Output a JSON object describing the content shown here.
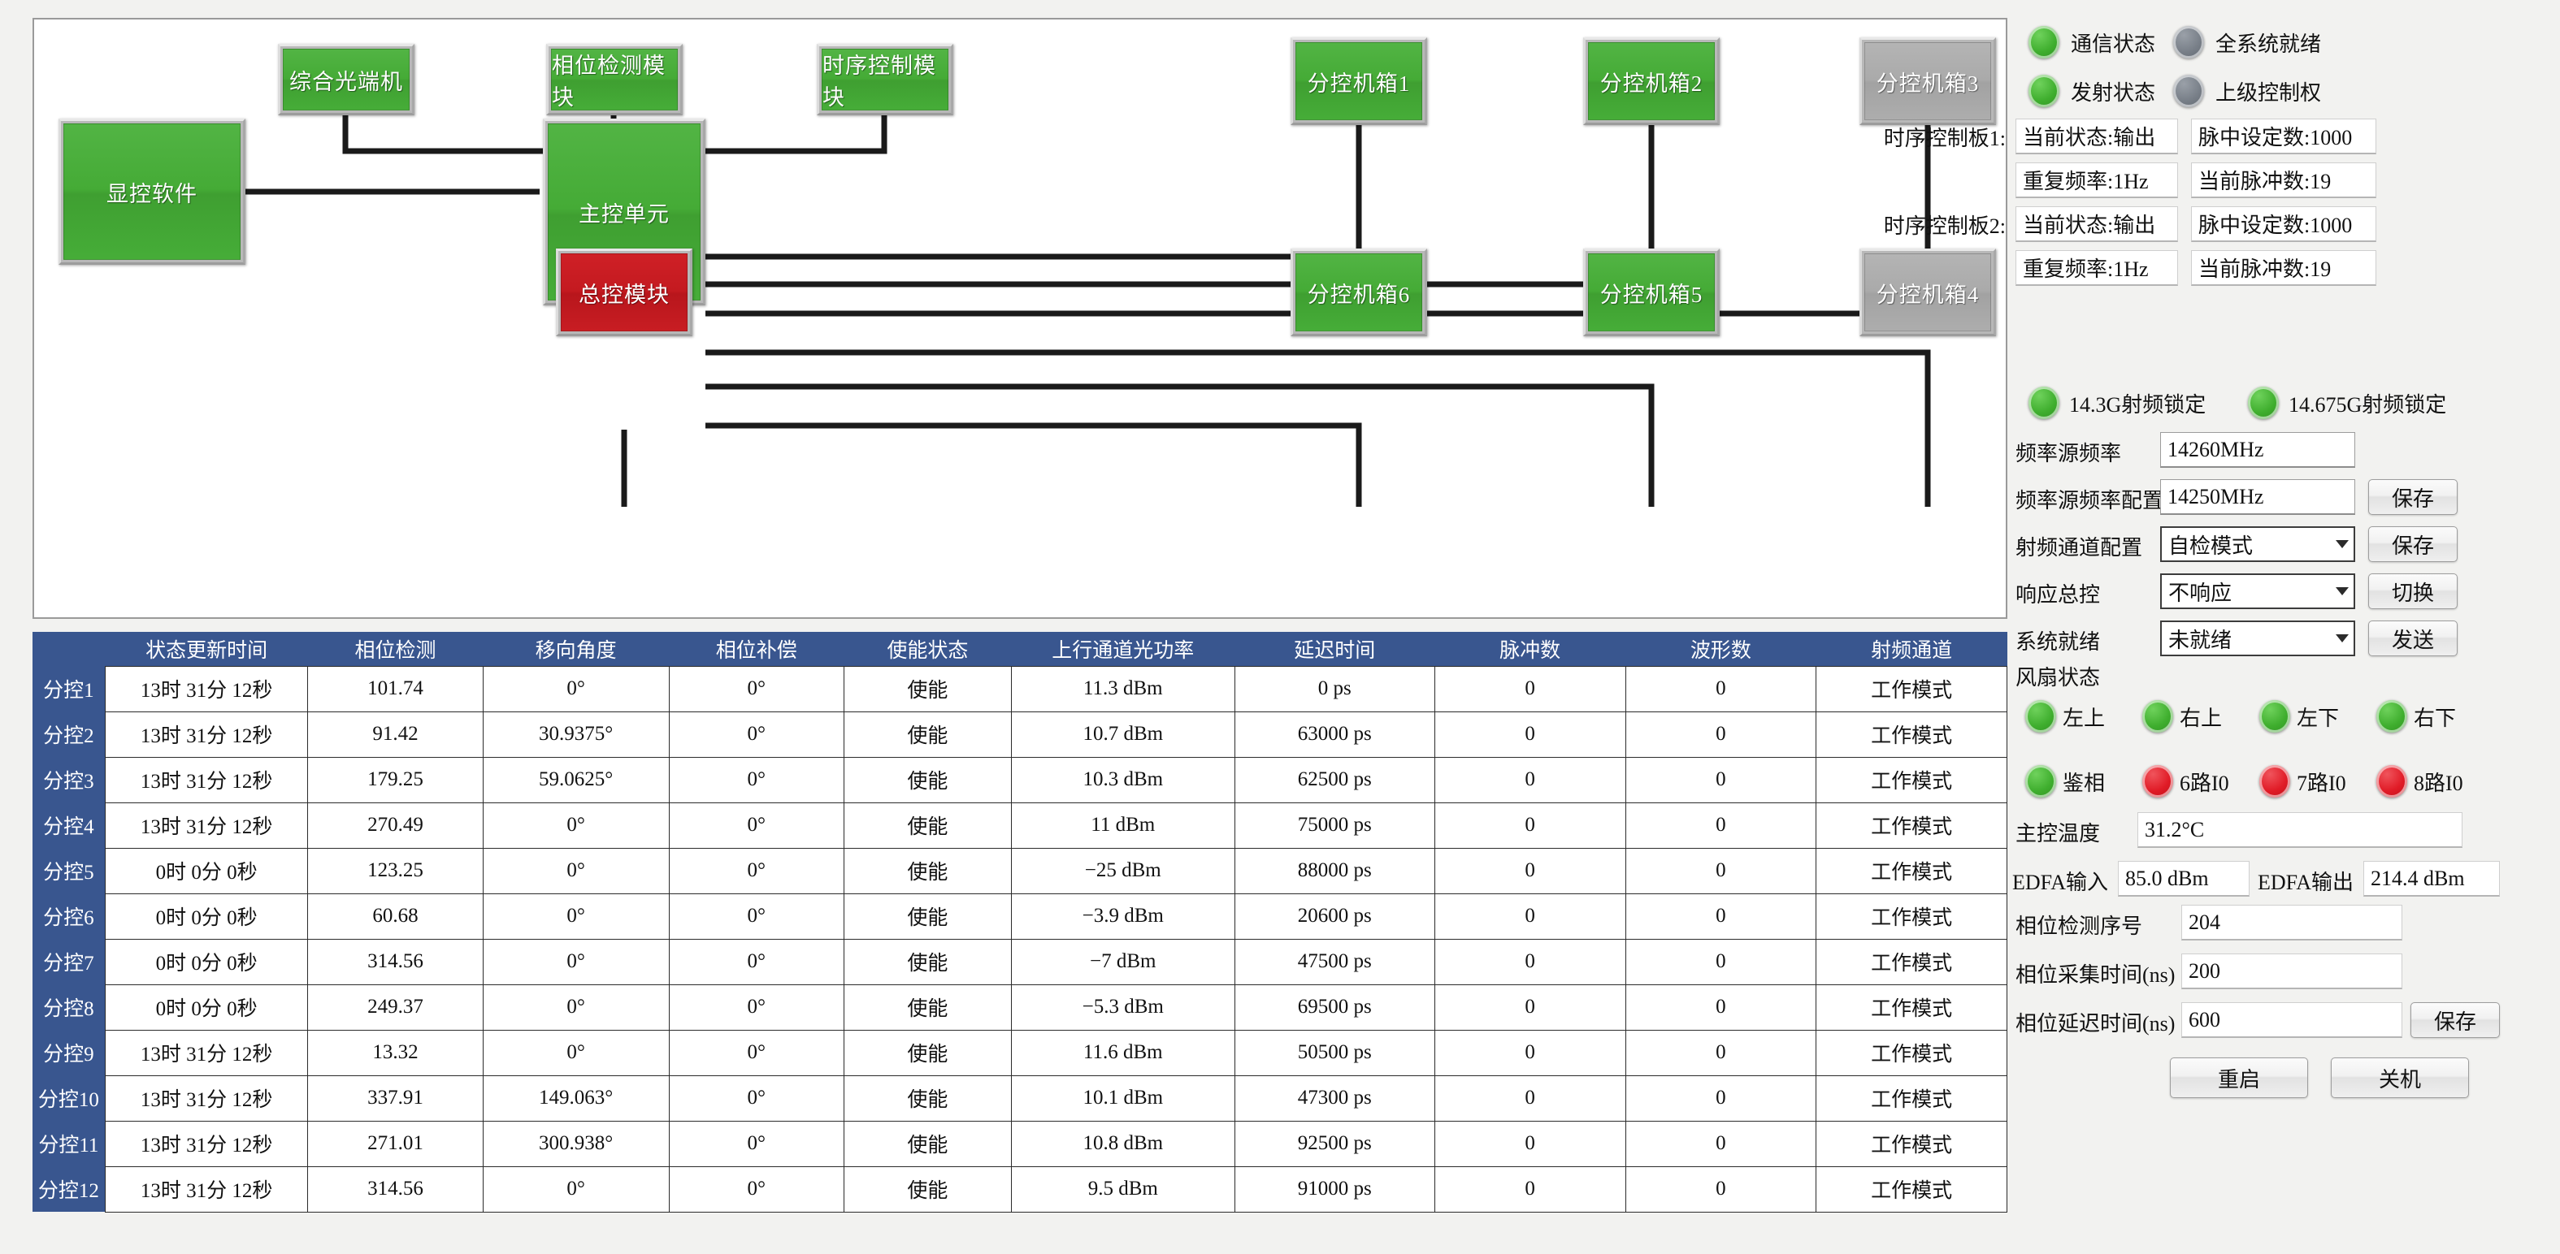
{
  "diagram": {
    "nodes": [
      {
        "id": "optical-terminal",
        "label": "综合光端机",
        "state": "green"
      },
      {
        "id": "phase-detect",
        "label": "相位检测模块",
        "state": "green"
      },
      {
        "id": "timing-control",
        "label": "时序控制模块",
        "state": "green"
      },
      {
        "id": "subcabinet-1",
        "label": "分控机箱1",
        "state": "green"
      },
      {
        "id": "subcabinet-2",
        "label": "分控机箱2",
        "state": "green"
      },
      {
        "id": "subcabinet-3",
        "label": "分控机箱3",
        "state": "gray"
      },
      {
        "id": "display-software",
        "label": "显控软件",
        "state": "green"
      },
      {
        "id": "main-control-unit",
        "label": "主控单元",
        "state": "green"
      },
      {
        "id": "master-module",
        "label": "总控模块",
        "state": "red"
      },
      {
        "id": "subcabinet-6",
        "label": "分控机箱6",
        "state": "green"
      },
      {
        "id": "subcabinet-5",
        "label": "分控机箱5",
        "state": "green"
      },
      {
        "id": "subcabinet-4",
        "label": "分控机箱4",
        "state": "gray"
      }
    ]
  },
  "table": {
    "headers": [
      "",
      "状态更新时间",
      "相位检测",
      "移向角度",
      "相位补偿",
      "使能状态",
      "上行通道光功率",
      "延迟时间",
      "脉冲数",
      "波形数",
      "射频通道"
    ],
    "rows": [
      {
        "idx": "分控1",
        "time": "13时 31分 12秒",
        "phase": "101.74",
        "shift": "0°",
        "comp": "0°",
        "enable": "使能",
        "power": "11.3 dBm",
        "delay": "0 ps",
        "pulse": "0",
        "wave": "0",
        "rf": "工作模式"
      },
      {
        "idx": "分控2",
        "time": "13时 31分 12秒",
        "phase": "91.42",
        "shift": "30.9375°",
        "comp": "0°",
        "enable": "使能",
        "power": "10.7 dBm",
        "delay": "63000 ps",
        "pulse": "0",
        "wave": "0",
        "rf": "工作模式"
      },
      {
        "idx": "分控3",
        "time": "13时 31分 12秒",
        "phase": "179.25",
        "shift": "59.0625°",
        "comp": "0°",
        "enable": "使能",
        "power": "10.3 dBm",
        "delay": "62500 ps",
        "pulse": "0",
        "wave": "0",
        "rf": "工作模式"
      },
      {
        "idx": "分控4",
        "time": "13时 31分 12秒",
        "phase": "270.49",
        "shift": "0°",
        "comp": "0°",
        "enable": "使能",
        "power": "11 dBm",
        "delay": "75000 ps",
        "pulse": "0",
        "wave": "0",
        "rf": "工作模式"
      },
      {
        "idx": "分控5",
        "time": "0时 0分 0秒",
        "phase": "123.25",
        "shift": "0°",
        "comp": "0°",
        "enable": "使能",
        "power": "−25 dBm",
        "delay": "88000 ps",
        "pulse": "0",
        "wave": "0",
        "rf": "工作模式"
      },
      {
        "idx": "分控6",
        "time": "0时 0分 0秒",
        "phase": "60.68",
        "shift": "0°",
        "comp": "0°",
        "enable": "使能",
        "power": "−3.9 dBm",
        "delay": "20600 ps",
        "pulse": "0",
        "wave": "0",
        "rf": "工作模式"
      },
      {
        "idx": "分控7",
        "time": "0时 0分 0秒",
        "phase": "314.56",
        "shift": "0°",
        "comp": "0°",
        "enable": "使能",
        "power": "−7 dBm",
        "delay": "47500 ps",
        "pulse": "0",
        "wave": "0",
        "rf": "工作模式"
      },
      {
        "idx": "分控8",
        "time": "0时 0分 0秒",
        "phase": "249.37",
        "shift": "0°",
        "comp": "0°",
        "enable": "使能",
        "power": "−5.3 dBm",
        "delay": "69500 ps",
        "pulse": "0",
        "wave": "0",
        "rf": "工作模式"
      },
      {
        "idx": "分控9",
        "time": "13时 31分 12秒",
        "phase": "13.32",
        "shift": "0°",
        "comp": "0°",
        "enable": "使能",
        "power": "11.6 dBm",
        "delay": "50500 ps",
        "pulse": "0",
        "wave": "0",
        "rf": "工作模式"
      },
      {
        "idx": "分控10",
        "time": "13时 31分 12秒",
        "phase": "337.91",
        "shift": "149.063°",
        "comp": "0°",
        "enable": "使能",
        "power": "10.1 dBm",
        "delay": "47300 ps",
        "pulse": "0",
        "wave": "0",
        "rf": "工作模式"
      },
      {
        "idx": "分控11",
        "time": "13时 31分 12秒",
        "phase": "271.01",
        "shift": "300.938°",
        "comp": "0°",
        "enable": "使能",
        "power": "10.8 dBm",
        "delay": "92500 ps",
        "pulse": "0",
        "wave": "0",
        "rf": "工作模式"
      },
      {
        "idx": "分控12",
        "time": "13时 31分 12秒",
        "phase": "314.56",
        "shift": "0°",
        "comp": "0°",
        "enable": "使能",
        "power": "9.5 dBm",
        "delay": "91000 ps",
        "pulse": "0",
        "wave": "0",
        "rf": "工作模式"
      }
    ]
  },
  "panel": {
    "status_leds": [
      {
        "label": "通信状态",
        "state": "green"
      },
      {
        "label": "全系统就绪",
        "state": "gray"
      },
      {
        "label": "发射状态",
        "state": "green"
      },
      {
        "label": "上级控制权",
        "state": "gray"
      }
    ],
    "timing_board_1_label": "时序控制板1:",
    "timing_board_2_label": "时序控制板2:",
    "timing_board_1": {
      "current_state": "当前状态:输出",
      "pulse_set": "脉中设定数:1000",
      "repeat_freq": "重复频率:1Hz",
      "current_pulse": "当前脉冲数:19"
    },
    "timing_board_2": {
      "current_state": "当前状态:输出",
      "pulse_set": "脉中设定数:1000",
      "repeat_freq": "重复频率:1Hz",
      "current_pulse": "当前脉冲数:19"
    },
    "rf_locks": [
      {
        "label": "14.3G射频锁定",
        "state": "green"
      },
      {
        "label": "14.675G射频锁定",
        "state": "green"
      }
    ],
    "freq_source_label": "频率源频率",
    "freq_source_value": "14260MHz",
    "freq_config_label": "频率源频率配置",
    "freq_config_value": "14250MHz",
    "freq_config_button": "保存",
    "rf_channel_label": "射频通道配置",
    "rf_channel_value": "自检模式",
    "rf_channel_button": "保存",
    "respond_label": "响应总控",
    "respond_value": "不响应",
    "respond_button": "切换",
    "sysready_label": "系统就绪",
    "sysready_value": "未就绪",
    "sysready_button": "发送",
    "fan_status_label": "风扇状态",
    "fan_leds": [
      {
        "label": "左上",
        "state": "green"
      },
      {
        "label": "右上",
        "state": "green"
      },
      {
        "label": "左下",
        "state": "green"
      },
      {
        "label": "右下",
        "state": "green"
      },
      {
        "label": "鉴相",
        "state": "green"
      },
      {
        "label": "6路I0",
        "state": "red"
      },
      {
        "label": "7路I0",
        "state": "red"
      },
      {
        "label": "8路I0",
        "state": "red"
      }
    ],
    "temp_label": "主控温度",
    "temp_value": "31.2°C",
    "edfa_in_label": "EDFA输入",
    "edfa_in_value": "85.0 dBm",
    "edfa_out_label": "EDFA输出",
    "edfa_out_value": "214.4 dBm",
    "phase_seq_label": "相位检测序号",
    "phase_seq_value": "204",
    "phase_acq_label": "相位采集时间(ns)",
    "phase_acq_value": "200",
    "phase_delay_label": "相位延迟时间(ns)",
    "phase_delay_value": "600",
    "phase_save_button": "保存",
    "restart_button": "重启",
    "shutdown_button": "关机"
  },
  "colors": {
    "header_blue": "#39568f",
    "led_green": "#3fae2e",
    "led_red": "#e01b26",
    "node_green": "#45ab36",
    "node_red": "#c41a20"
  }
}
